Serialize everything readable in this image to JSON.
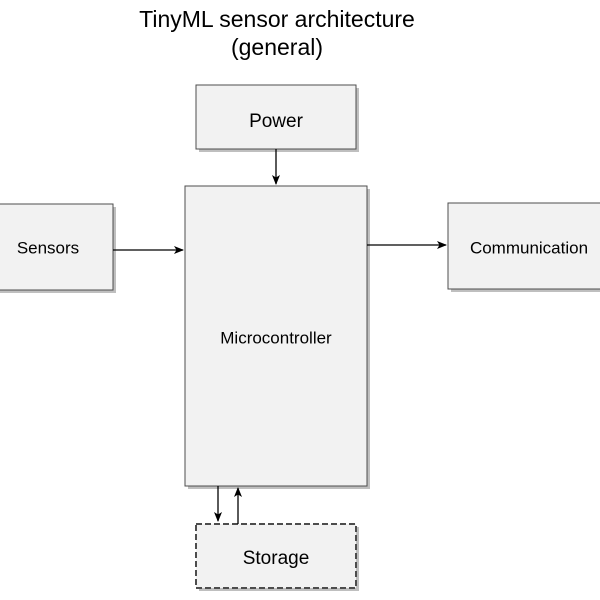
{
  "diagram": {
    "title_line1": "TinyML sensor architecture",
    "title_line2": "(general)",
    "nodes": {
      "power": "Power",
      "sensors": "Sensors",
      "microcontroller": "Microcontroller",
      "communication": "Communication",
      "storage": "Storage"
    },
    "colors": {
      "box_fill": "#f2f2f2",
      "box_stroke": "#4d4d4d",
      "shadow": "#bfbfbf",
      "arrow": "#000000"
    }
  }
}
